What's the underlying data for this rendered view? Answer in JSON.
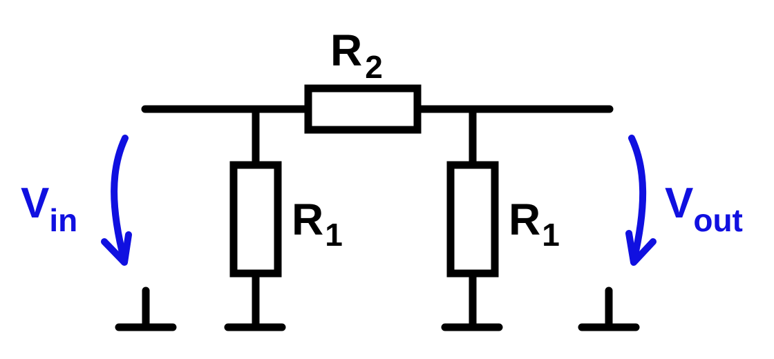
{
  "resistors": {
    "series": {
      "name": "R",
      "index": "2"
    },
    "shunt_left": {
      "name": "R",
      "index": "1"
    },
    "shunt_right": {
      "name": "R",
      "index": "1"
    }
  },
  "voltages": {
    "input": {
      "name": "V",
      "sub": "in"
    },
    "output": {
      "name": "V",
      "sub": "out"
    }
  },
  "colors": {
    "wire": "#000000",
    "voltage_arrow": "#1010e0"
  }
}
